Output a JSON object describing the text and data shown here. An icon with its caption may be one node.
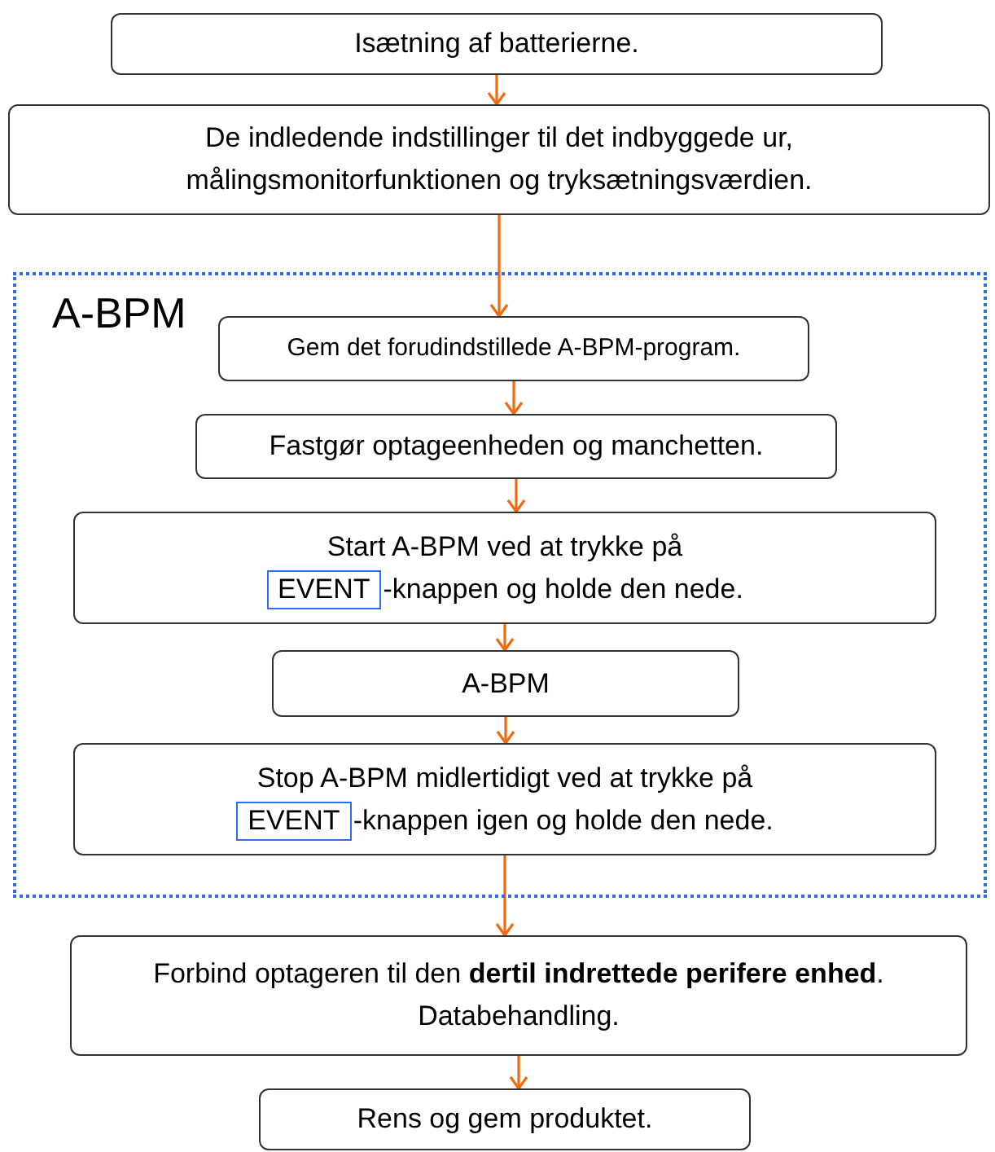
{
  "diagram": {
    "nodes": [
      {
        "text": [
          "Isætning af batterierne."
        ]
      },
      {
        "text": [
          "De indledende indstillinger til det indbyggede ur, målingsmonitorfunktionen og tryksætningsværdien."
        ]
      },
      {
        "text": [
          "A-BPM"
        ]
      },
      {
        "text": [
          "Gem det forudindstillede A-BPM-program."
        ],
        "in": 2
      },
      {
        "text": [
          "Fastgør optageenheden og manchetten."
        ],
        "in": 2
      },
      {
        "text": [
          "Start A-BPM ved at trykke på",
          "-knappen og holde den nede."
        ],
        "in": 2
      },
      {
        "text": [
          "EVENT"
        ],
        "in": 5
      },
      {
        "text": [
          "A-BPM"
        ],
        "in": 2
      },
      {
        "text": [
          "Stop A-BPM midlertidigt ved at trykke på",
          "-knappen igen og holde den nede."
        ],
        "in": 2
      },
      {
        "text": [
          "EVENT"
        ],
        "in": 8
      },
      {
        "text": [
          "Forbind optageren til den **dertil indrettede perifere enhed**.",
          "Databehandling."
        ]
      },
      {
        "text": [
          "Rens og gem produktet."
        ]
      }
    ],
    "edges": [
      {
        "from": 0,
        "to": 1,
        "arrow": "to"
      },
      {
        "from": 1,
        "to": 3,
        "arrow": "to"
      },
      {
        "from": 3,
        "to": 4,
        "arrow": "to"
      },
      {
        "from": 4,
        "to": 5,
        "arrow": "to"
      },
      {
        "from": 5,
        "to": 7,
        "arrow": "to"
      },
      {
        "from": 7,
        "to": 8,
        "arrow": "to"
      },
      {
        "from": 8,
        "to": 10,
        "arrow": "to"
      },
      {
        "from": 10,
        "to": 11,
        "arrow": "to"
      }
    ]
  }
}
